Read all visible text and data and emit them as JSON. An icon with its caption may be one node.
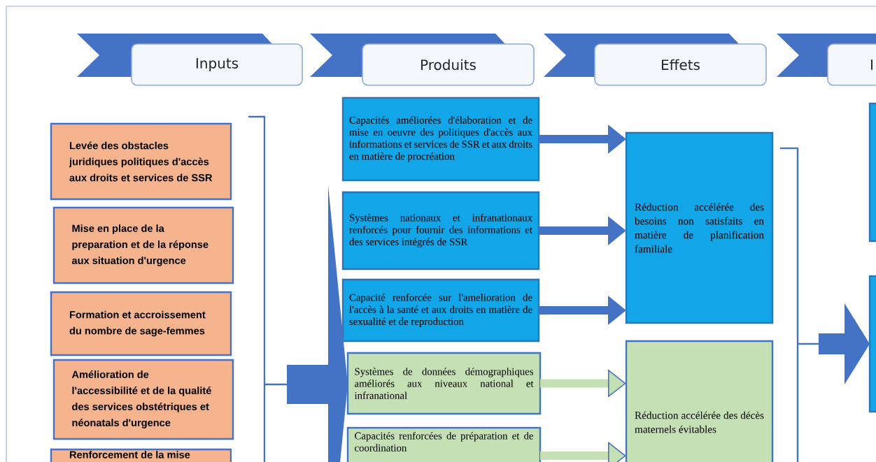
{
  "diagram": {
    "nodes": [
      {
        "text": [
          "Inputs"
        ]
      },
      {
        "text": [
          "Produits"
        ]
      },
      {
        "text": [
          "Effets"
        ]
      },
      {
        "text": [
          "I"
        ]
      },
      {
        "text": [
          "Levée des obstacles juridiques politiques d'accès aux droits et services de SSR"
        ]
      },
      {
        "text": [
          "Mise en place de la preparation et de la réponse aux situation d'urgence"
        ]
      },
      {
        "text": [
          "Formation et accroissement du nombre de sage-femmes"
        ]
      },
      {
        "text": [
          "Amélioration de l'accessibilité et de la qualité des services obstétriques et néonatals d'urgence"
        ]
      },
      {
        "text": [
          "Renforcement de la mise"
        ]
      },
      {
        "text": [
          "Capacités améliorées d'élaboration et de mise en oeuvre des politiques d'accès aux informations et services de SSR et aux droits en matière de procréation"
        ]
      },
      {
        "text": [
          "Systèmes nationaux et infranationaux renforcés pour fournir des informations et des services intégrés de SSR"
        ]
      },
      {
        "text": [
          "Capacité renforcée sur l'amelioration de l'accès à la santé et aux droits en matière de sexualité et de reproduction"
        ]
      },
      {
        "text": [
          "Systèmes de données démographiques améliorés aux niveaux national et infranational"
        ]
      },
      {
        "text": [
          "Capacités renforcées de préparation et de coordination"
        ]
      },
      {
        "text": [
          "Réduction accélérée des besoins non satisfaits en matière de planification familiale"
        ]
      },
      {
        "text": [
          "Réduction accélérée des décès maternels évitables"
        ]
      },
      {
        "text": [],
        "shape": "box"
      },
      {
        "text": [],
        "shape": "box"
      }
    ],
    "edges": [
      {
        "from": 9,
        "to": 14,
        "arrow": "to"
      },
      {
        "from": 10,
        "to": 14,
        "arrow": "to"
      },
      {
        "from": 11,
        "to": 14,
        "arrow": "to"
      },
      {
        "from": 12,
        "to": 15,
        "arrow": "to",
        "color": "#c5e0b4"
      },
      {
        "from": 13,
        "to": 15,
        "arrow": "to",
        "color": "#c5e0b4"
      },
      {
        "from": null,
        "to": 12,
        "arrow": "to",
        "style": "thick"
      },
      {
        "from": null,
        "to": 17,
        "arrow": "to",
        "style": "thick"
      }
    ]
  }
}
